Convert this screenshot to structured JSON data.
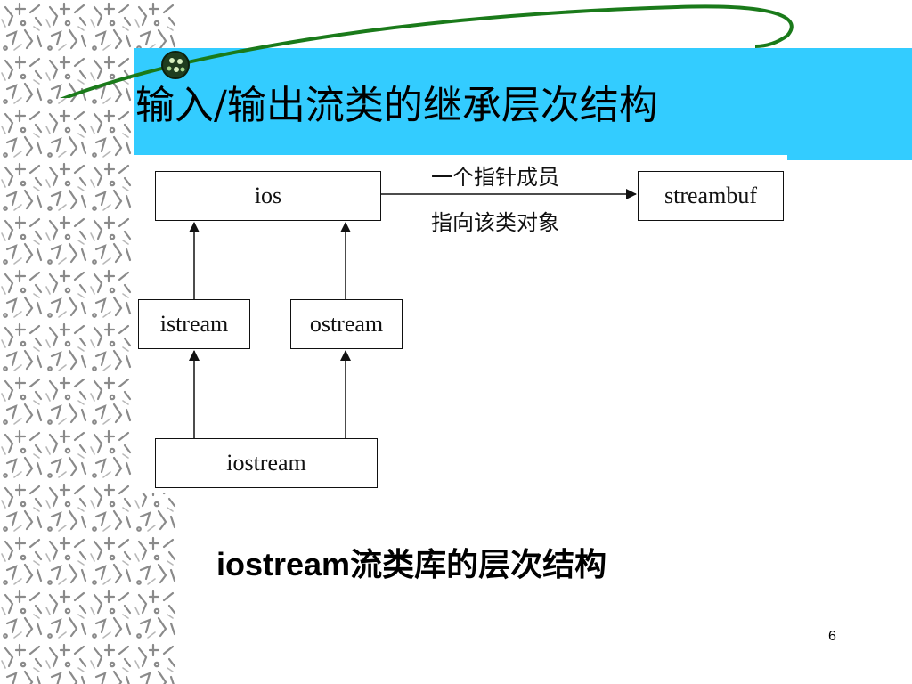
{
  "slide": {
    "title": "输入/输出流类的继承层次结构",
    "caption": "iostream流类库的层次结构",
    "page_number": "6"
  },
  "diagram": {
    "nodes": {
      "ios": "ios",
      "streambuf": "streambuf",
      "istream": "istream",
      "ostream": "ostream",
      "iostream": "iostream"
    },
    "relation_label": {
      "line1": "一个指针成员",
      "line2": "指向该类对象"
    },
    "edges": [
      {
        "from": "istream",
        "to": "ios"
      },
      {
        "from": "ostream",
        "to": "ios"
      },
      {
        "from": "iostream",
        "to": "istream"
      },
      {
        "from": "iostream",
        "to": "ostream"
      },
      {
        "from": "ios",
        "to": "streambuf"
      }
    ]
  },
  "colors": {
    "title_band": "#33ccff",
    "swoosh": "#1a7a1a",
    "pattern": "#7a7a7a"
  }
}
